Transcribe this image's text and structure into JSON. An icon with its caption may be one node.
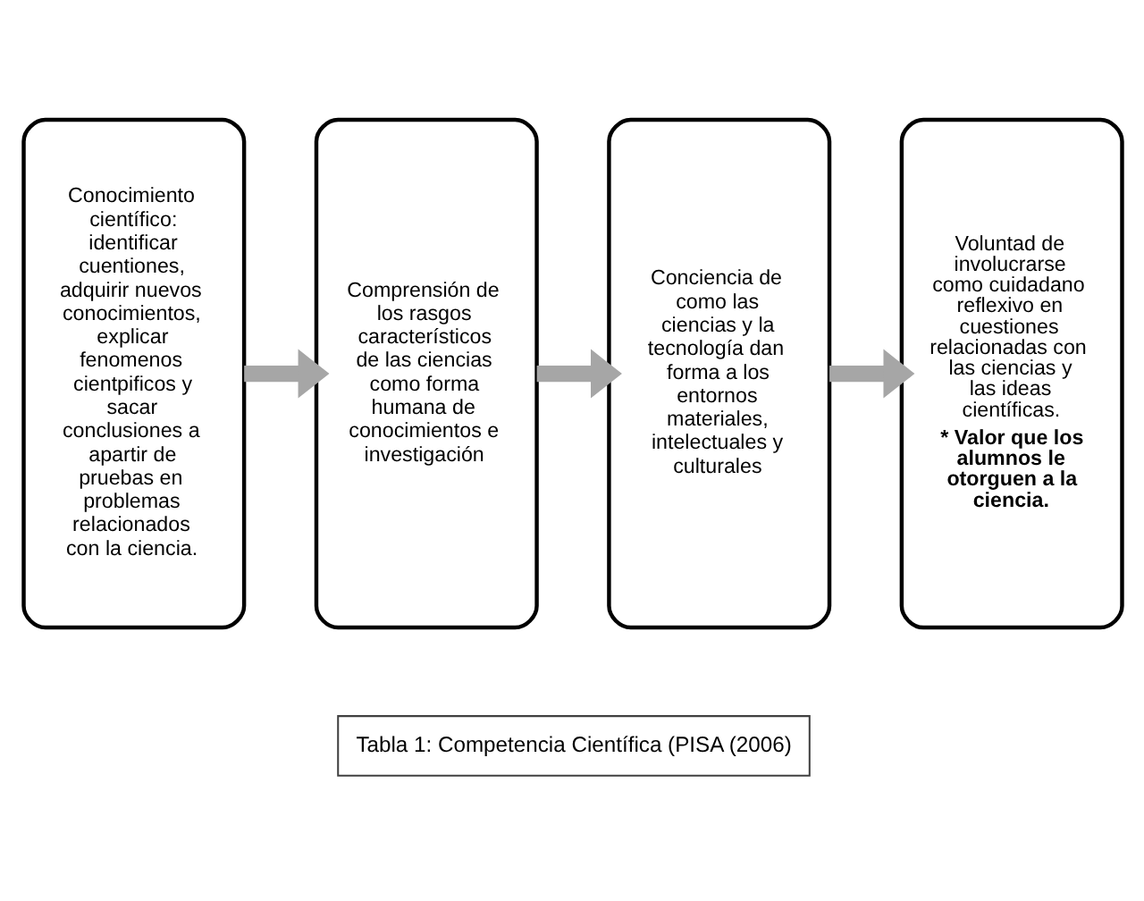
{
  "diagram": {
    "caption": "Tabla 1: Competencia Científica (PISA (2006)",
    "nodes": [
      {
        "text": [
          "Conocimiento científico: identificar cuentiones, adquirir nuevos conocimientos, explicar fenomenos cientpificos y sacar conclusiones a apartir de pruebas en problemas relacionados con la ciencia."
        ]
      },
      {
        "text": [
          "Comprensión de los rasgos característicos de las ciencias como forma humana de conocimientos e investigación"
        ]
      },
      {
        "text": [
          "Conciencia de como las ciencias y la tecnología dan forma a los entornos materiales, intelectuales y culturales"
        ]
      },
      {
        "text": [
          "Voluntad de involucrarse como cuidadano reflexivo en cuestiones relacionadas con las ciencias y las ideas científicas.",
          "* Valor que los alumnos le otorguen a la ciencia."
        ]
      }
    ],
    "edges": [
      {
        "from": 0,
        "to": 1,
        "arrow": "to"
      },
      {
        "from": 1,
        "to": 2,
        "arrow": "to"
      },
      {
        "from": 2,
        "to": 3,
        "arrow": "to"
      }
    ]
  }
}
